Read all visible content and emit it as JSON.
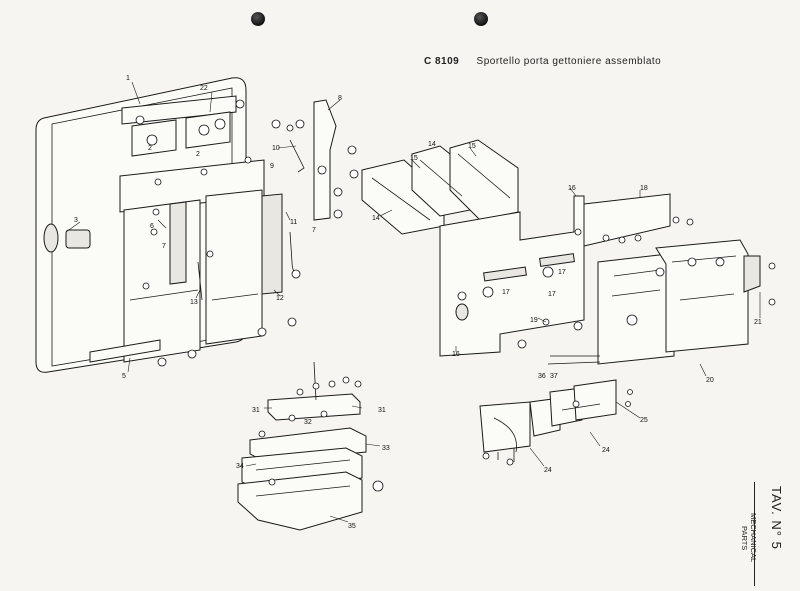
{
  "header": {
    "code": "C 8109",
    "title": "Sportello porta gettoniere assemblato"
  },
  "tab": {
    "plate": "TAV. N° 5",
    "section_line1": "MECHANICAL",
    "section_line2": "PARTS"
  },
  "callouts": {
    "c1": "1",
    "c2a": "2",
    "c2b": "2",
    "c22": "22",
    "c3": "3",
    "c5": "5",
    "c6": "6",
    "c7a": "7",
    "c7b": "7",
    "c8": "8",
    "c9": "9",
    "c10": "10",
    "c11": "11",
    "c12": "12",
    "c13": "13",
    "c14a": "14",
    "c14b": "14",
    "c15a": "15",
    "c15b": "15",
    "c16a": "16",
    "c16b": "16",
    "c17a": "17",
    "c17b": "17",
    "c17c": "17",
    "c18": "18",
    "c19": "19",
    "c20": "20",
    "c21": "21",
    "c36": "36",
    "c37": "37",
    "c31a": "31",
    "c31b": "31",
    "c32": "32",
    "c33": "33",
    "c34": "34",
    "c35": "35",
    "c24a": "24",
    "c24b": "24",
    "c25": "25"
  }
}
